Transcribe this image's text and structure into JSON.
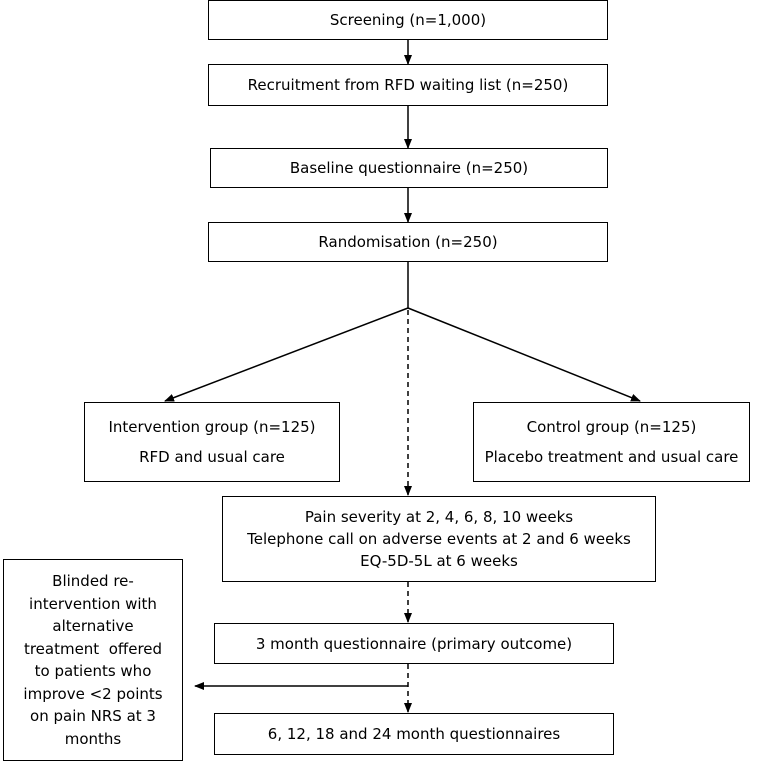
{
  "boxes": {
    "screening": "Screening (n=1,000)",
    "recruitment": "Recruitment from RFD waiting list (n=250)",
    "baseline": "Baseline questionnaire (n=250)",
    "randomisation": "Randomisation (n=250)",
    "intervention": {
      "line1": "Intervention group (n=125)",
      "line2": "RFD and usual care"
    },
    "control": {
      "line1": "Control group (n=125)",
      "line2": "Placebo treatment and usual care"
    },
    "followup": {
      "line1": "Pain severity at 2, 4, 6, 8, 10 weeks",
      "line2": "Telephone call on adverse events at 2 and 6 weeks",
      "line3": "EQ-5D-5L at 6 weeks"
    },
    "three_month": "3 month questionnaire (primary outcome)",
    "long_term": "6, 12, 18 and 24 month questionnaires",
    "blinded": {
      "line1": "Blinded re-",
      "line2": "intervention with",
      "line3": "alternative",
      "line4": "treatment  offered",
      "line5": "to patients who",
      "line6": "improve <2 points",
      "line7": "on pain NRS at 3",
      "line8": "months"
    }
  }
}
